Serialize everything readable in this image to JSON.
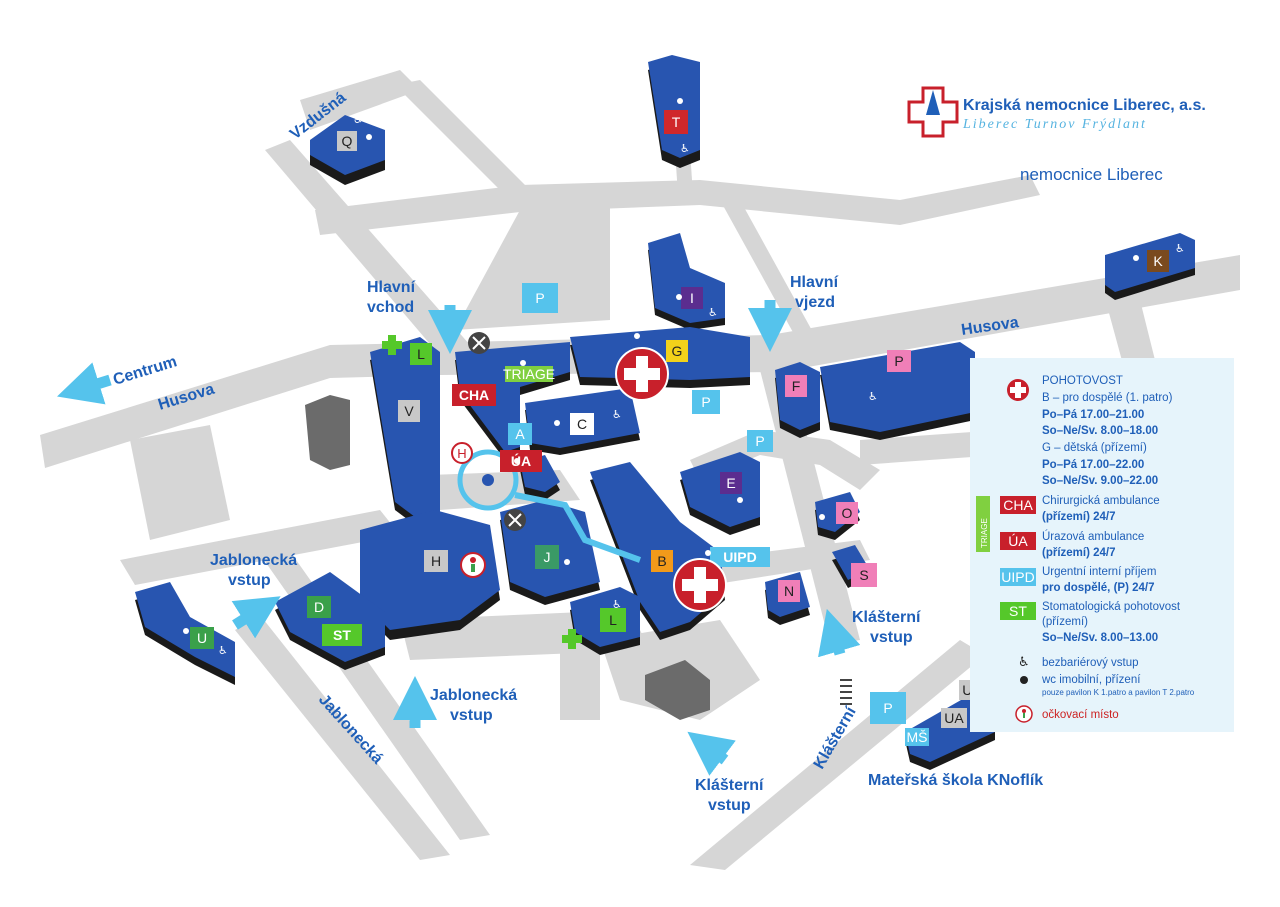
{
  "header": {
    "org_name": "Krajská nemocnice Liberec, a.s.",
    "org_cities": "Liberec Turnov Frýdlant",
    "map_title": "nemocnice Liberec"
  },
  "colors": {
    "building": "#2855b0",
    "road": "#d6d6d6",
    "accent_blue": "#1f5fb8",
    "arrow": "#55c3ec",
    "emergency_red": "#c8202b",
    "legend_bg": "#e6f4fb"
  },
  "streets": {
    "vzdusna": "Vzdušná",
    "husova_left": "Husova",
    "husova_right": "Husova",
    "centrum": "Centrum",
    "jablonecka": "Jablonecká",
    "klasterni": "Klášterní"
  },
  "entrances": {
    "hlavni_vchod_1": "Hlavní",
    "hlavni_vchod_2": "vchod",
    "hlavni_vjezd_1": "Hlavní",
    "hlavni_vjezd_2": "vjezd",
    "jablonecka_a_1": "Jablonecká",
    "jablonecka_a_2": "vstup",
    "jablonecka_b_1": "Jablonecká",
    "jablonecka_b_2": "vstup",
    "klasterni_a_1": "Klášterní",
    "klasterni_a_2": "vstup",
    "klasterni_b_1": "Klášterní",
    "klasterni_b_2": "vstup",
    "kindergarten": "Mateřská škola KNoflík"
  },
  "pavilions": {
    "Q": "Q",
    "T": "T",
    "K": "K",
    "I": "I",
    "L1": "L",
    "V": "V",
    "G": "G",
    "A": "A",
    "C": "C",
    "F": "F",
    "P": "P",
    "E": "E",
    "H": "H",
    "J": "J",
    "B": "B",
    "D": "D",
    "U": "U",
    "L2": "L",
    "N": "N",
    "O": "O",
    "S": "S",
    "UB": "UB",
    "UA": "UA",
    "MS": "MŠ"
  },
  "badges": {
    "cha": "CHA",
    "ua": "ÚA",
    "uipd": "UIPD",
    "triage": "TRIAGE",
    "st": "ST",
    "parking": "P"
  },
  "legend": {
    "pohotovost": "POHOTOVOST",
    "b_line": "B – pro dospělé (1. patro)",
    "b_hours_1": "Po–Pá 17.00–21.00",
    "b_hours_2": "So–Ne/Sv. 8.00–18.00",
    "g_line": "G – dětská (přízemí)",
    "g_hours_1": "Po–Pá 17.00–22.00",
    "g_hours_2": "So–Ne/Sv. 9.00–22.00",
    "cha_badge": "CHA",
    "cha_line_1": "Chirurgická ambulance",
    "cha_line_2": "(přízemí) 24/7",
    "triage_badge": "TRIAGE",
    "ua_badge": "ÚA",
    "ua_line_1": "Úrazová ambulance",
    "ua_line_2": "(přízemí) 24/7",
    "uipd_badge": "UIPD",
    "uipd_line_1": "Urgentní interní příjem",
    "uipd_line_2": "pro dospělé, (P) 24/7",
    "st_badge": "ST",
    "st_line_1": "Stomatologická pohotovost",
    "st_line_2": "(přízemí)",
    "st_hours": "So–Ne/Sv. 8.00–13.00",
    "barrier_free": "bezbariérový vstup",
    "wc": "wc imobilní, přízení",
    "wc_note": "pouze pavilon K 1.patro a pavilon T 2.patro",
    "vaccination": "očkovací místo"
  }
}
